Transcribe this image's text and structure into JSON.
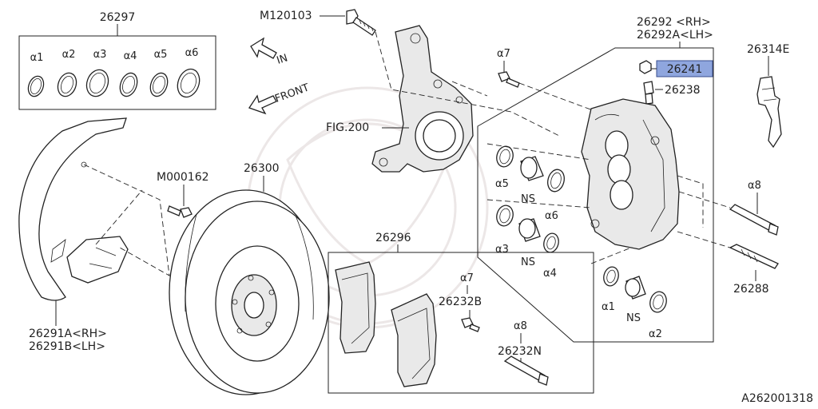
{
  "labels": {
    "kit": "26297",
    "k1": "α1",
    "k2": "α2",
    "k3": "α3",
    "k4": "α4",
    "k5": "α5",
    "k6": "α6",
    "bolt_top": "M120103",
    "arrow_in": "IN",
    "arrow_front": "FRONT",
    "fig": "FIG.200",
    "caliper_rh": "26292 <RH>",
    "caliper_lh": "26292A<LH>",
    "highlight": "26241",
    "bleeder": "26238",
    "clip": "26314E",
    "a7_top": "α7",
    "a5": "α5",
    "ns1": "NS",
    "a6": "α6",
    "a3": "α3",
    "ns2": "NS",
    "a4": "α4",
    "a8_right": "α8",
    "pin_bottom": "26288",
    "a1": "α1",
    "ns3": "NS",
    "a2": "α2",
    "shield_bolt": "M000162",
    "rotor": "26300",
    "shield_rh": "26291A<RH>",
    "shield_lh": "26291B<LH>",
    "pads": "26296",
    "a7_pads": "α7",
    "pad_bolt": "26232B",
    "a8_pads": "α8",
    "pad_pin": "26232N",
    "diagram_id": "A262001318"
  }
}
